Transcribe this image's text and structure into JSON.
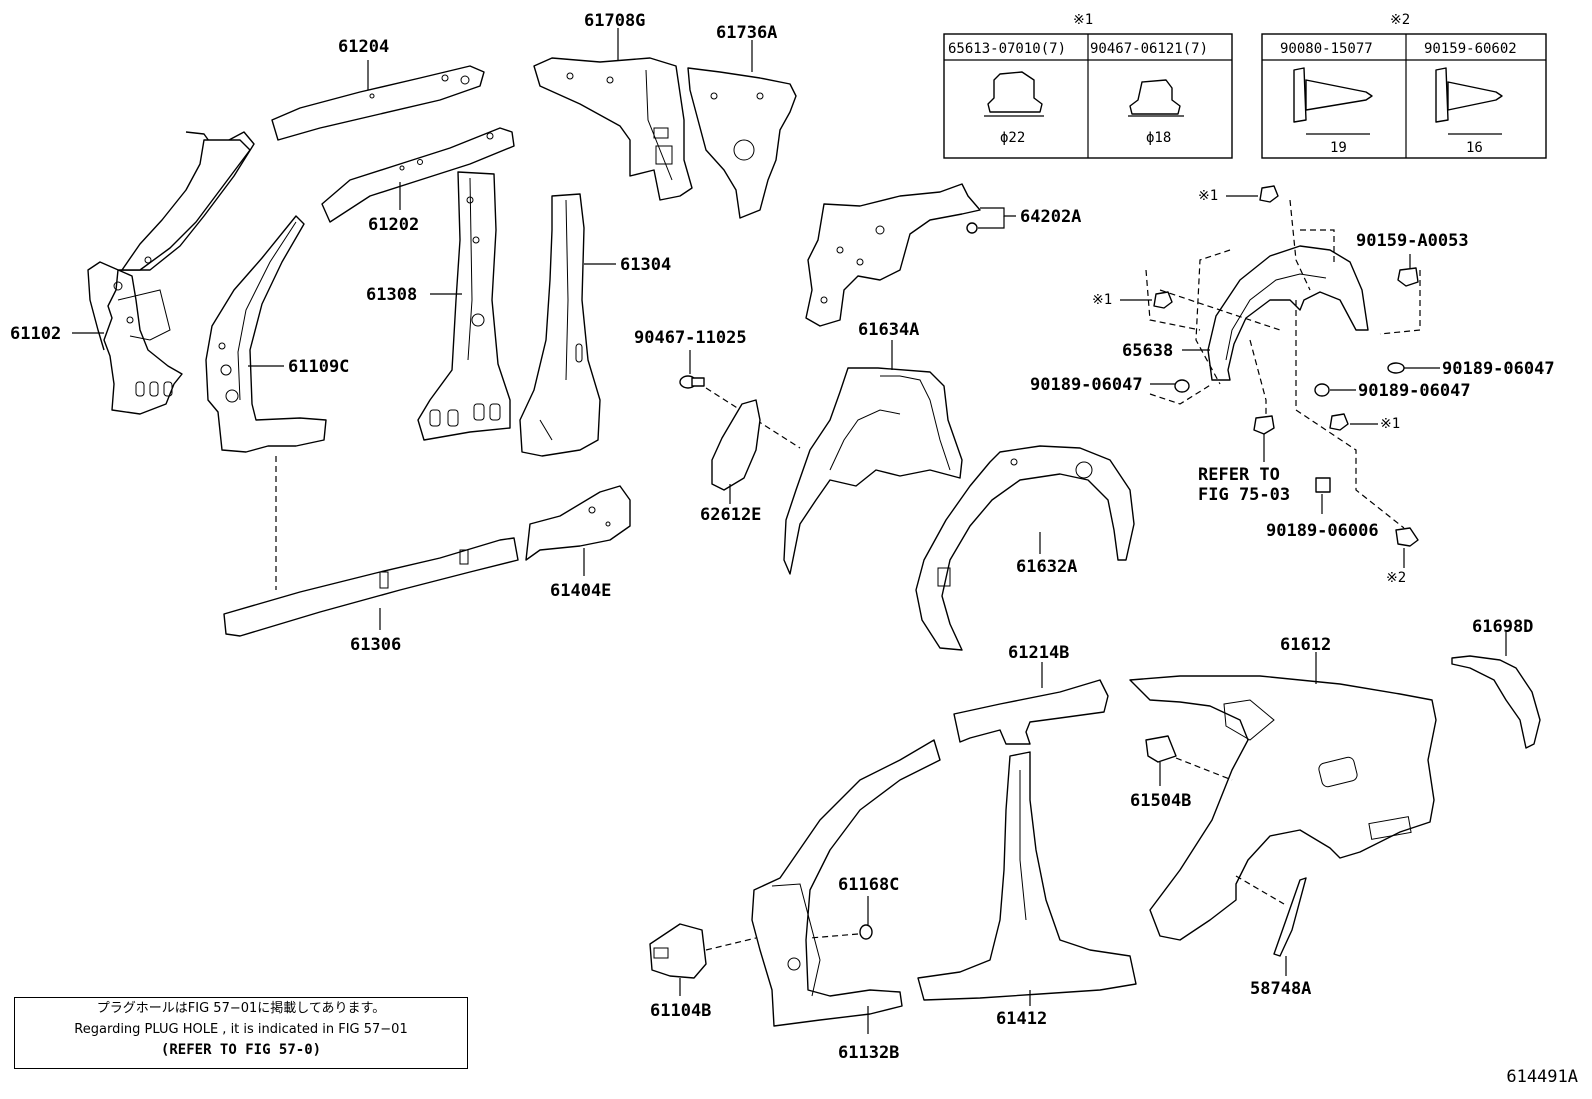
{
  "labels": {
    "p61204": "61204",
    "p61708g": "61708G",
    "p61736a": "61736A",
    "p61202": "61202",
    "p61102": "61102",
    "p61308": "61308",
    "p61304": "61304",
    "p61109c": "61109C",
    "p64202a": "64202A",
    "p90467_11025": "90467-11025",
    "p61634a": "61634A",
    "p62612e": "62612E",
    "p61632a": "61632A",
    "p61404e": "61404E",
    "p61306": "61306",
    "p90159_a0053": "90159-A0053",
    "p65638": "65638",
    "p90189_06047_a": "90189-06047",
    "p90189_06047_b": "90189-06047",
    "p90189_06047_c": "90189-06047",
    "p90189_06006": "90189-06006",
    "refer_to": "REFER TO",
    "fig_75_03": "FIG 75-03",
    "p61612": "61612",
    "p61214b": "61214B",
    "p61698d": "61698D",
    "p61504b": "61504B",
    "p61168c": "61168C",
    "p61104b": "61104B",
    "p61412": "61412",
    "p58748a": "58748A",
    "p61132b": "61132B",
    "mark1_a": "※1",
    "mark1_b": "※1",
    "mark1_c": "※1",
    "mark2": "※2"
  },
  "fastener_tables": {
    "table1": {
      "mark": "※1",
      "parts": [
        {
          "number": "65613-07010(7)",
          "dimension": "ϕ22"
        },
        {
          "number": "90467-06121(7)",
          "dimension": "ϕ18"
        }
      ]
    },
    "table2": {
      "mark": "※2",
      "parts": [
        {
          "number": "90080-15077",
          "dimension": "19"
        },
        {
          "number": "90159-60602",
          "dimension": "16"
        }
      ]
    }
  },
  "note": {
    "line1": "プラグホールはFIG 57−01に掲載してあります。",
    "line2": "Regarding  PLUG  HOLE , it is indicated in  FIG  57−01",
    "line3": "(REFER TO FIG 57-0)"
  },
  "figure_id": "614491A"
}
